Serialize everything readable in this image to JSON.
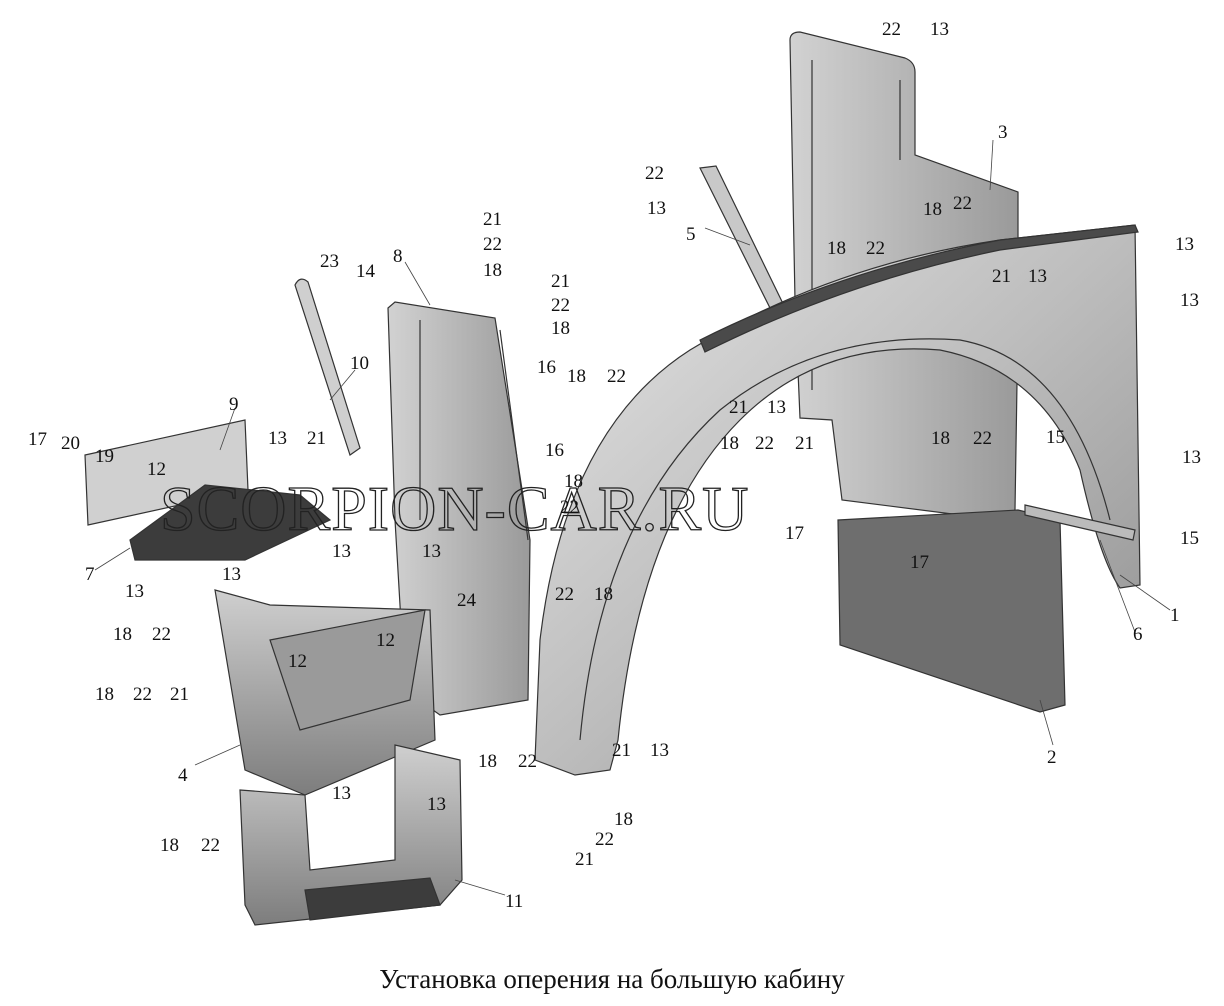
{
  "caption": "Установка оперения на большую кабину",
  "watermark": "SCORPION-CAR.RU",
  "labels": {
    "1": "1",
    "2": "2",
    "3": "3",
    "4": "4",
    "5": "5",
    "6": "6",
    "7": "7",
    "8": "8",
    "9": "9",
    "10": "10",
    "11": "11",
    "12": "12",
    "13": "13",
    "14": "14",
    "15": "15",
    "16": "16",
    "17": "17",
    "18": "18",
    "19": "19",
    "20": "20",
    "21": "21",
    "22": "22",
    "23": "23",
    "24": "24"
  }
}
